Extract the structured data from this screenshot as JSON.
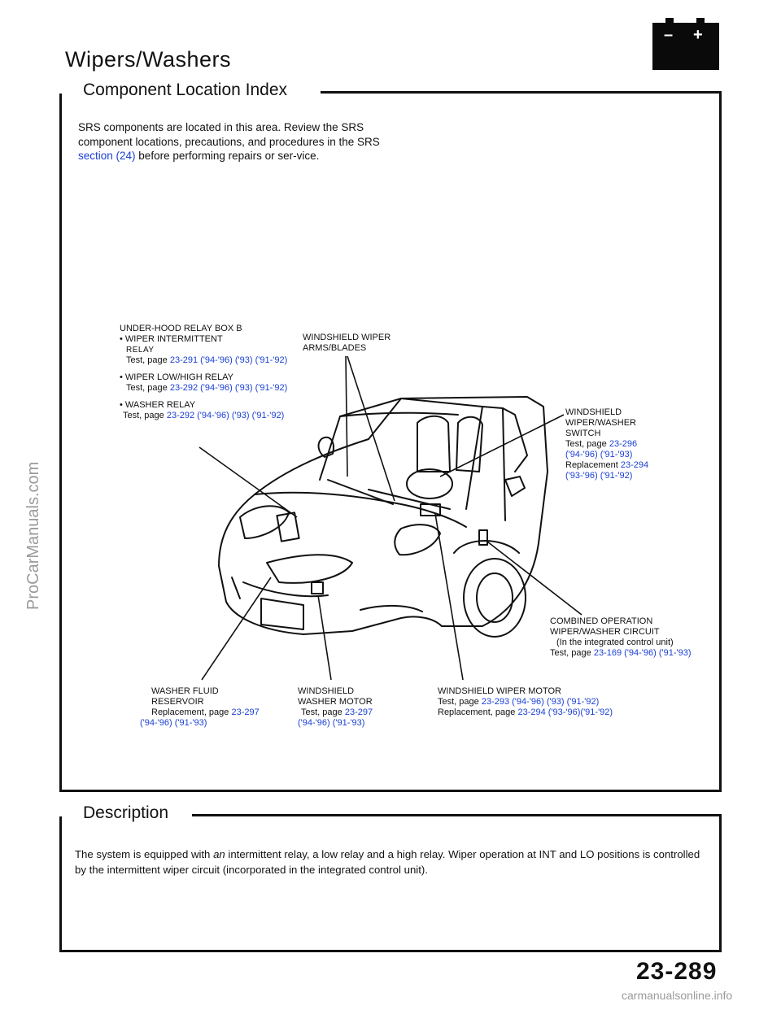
{
  "header": {
    "title": "Wipers/Washers",
    "battery_icon": {
      "minus": "–",
      "plus": "+"
    }
  },
  "location_index": {
    "heading": "Component Location Index",
    "srs_note": {
      "text_a": "SRS components are located in this area. Review the SRS component locations, precautions, and procedures in the SRS ",
      "link": "section (24)",
      "text_b": " before performing repairs or ser-vice."
    },
    "labels": {
      "relay_box": {
        "title": "UNDER-HOOD RELAY BOX B",
        "item1_a": "• WIPER INTERMITTENT",
        "item1_b": "RELAY",
        "item1_test": "Test, page ",
        "item1_ref": "23-291 ('94-'96) ('93) ('91-'92)",
        "item2": "• WIPER LOW/HIGH RELAY",
        "item2_test": "Test, page ",
        "item2_ref": "23-292 ('94-'96) ('93) ('91-'92)",
        "item3": "• WASHER RELAY",
        "item3_test": "Test, page ",
        "item3_ref": "23-292 ('94-'96) ('93) ('91-'92)"
      },
      "wiper_arms": {
        "line1": "WINDSHIELD WIPER",
        "line2": "ARMS/BLADES"
      },
      "switch": {
        "line1": "WINDSHIELD",
        "line2": "WIPER/WASHER",
        "line3": "SWITCH",
        "test": "Test, page ",
        "test_ref1": "23-296",
        "test_ref2": "('94-'96) ('91-'93)",
        "replacement": "Replacement ",
        "repl_ref1": "23-294",
        "repl_ref2": "('93-'96) ('91-'92)"
      },
      "combined": {
        "line1": "COMBINED OPERATION",
        "line2": "WIPER/WASHER CIRCUIT",
        "line3": "(In the integrated control unit)",
        "test": "Test, page ",
        "test_ref": "23-169 ('94-'96) ('91-'93)"
      },
      "reservoir": {
        "line1": "WASHER FLUID",
        "line2": "RESERVOIR",
        "repl": "Replacement, page ",
        "repl_ref1": "23-297",
        "repl_ref2": "('94-'96) ('91-'93)"
      },
      "washer_motor": {
        "line1": "WINDSHIELD",
        "line2": "WASHER MOTOR",
        "test": "Test, page ",
        "test_ref1": "23-297",
        "test_ref2": "('94-'96) ('91-'93)"
      },
      "wiper_motor": {
        "line1": "WINDSHIELD WIPER MOTOR",
        "test": "Test, page ",
        "test_ref": "23-293 ('94-'96) ('93) ('91-'92)",
        "repl": "Replacement, page ",
        "repl_ref": "23-294 ('93-'96)('91-'92)"
      }
    }
  },
  "description": {
    "heading": "Description",
    "text_a": "The system is equipped with ",
    "text_em": "an",
    "text_b": " intermittent relay, a low relay and a high relay. Wiper operation at INT and LO positions is controlled by the intermittent wiper circuit (incorporated in the integrated control unit)."
  },
  "page_number": "23-289",
  "footer": "carmanualsonline.info",
  "watermark": "ProCarManuals.com",
  "colors": {
    "link": "#1a3fd6",
    "ink": "#111111",
    "gray": "#9a9a9a"
  }
}
